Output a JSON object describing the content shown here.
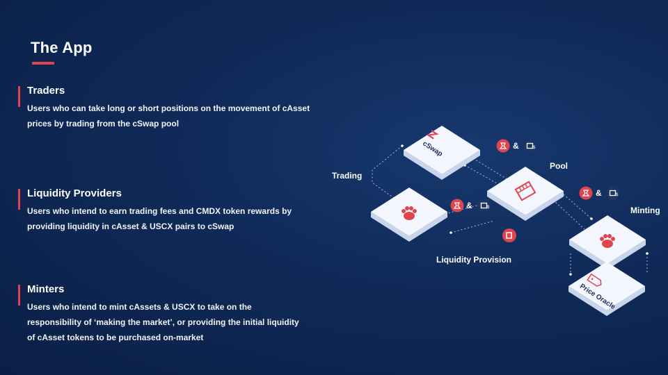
{
  "page": {
    "title": "The App"
  },
  "sections": [
    {
      "heading": "Traders",
      "description": "Users who can take long or short positions on the movement of cAsset prices by trading from the cSwap pool"
    },
    {
      "heading": "Liquidity Providers",
      "description": "Users who intend to earn trading fees and CMDX token rewards by providing liquidity in cAsset & USCX pairs to cSwap"
    },
    {
      "heading": "Minters",
      "description": "Users who intend to mint cAssets & USCX to take on the responsibility of ‘making the market’, or providing the initial liquidity of cAsset tokens to be purchased on-market"
    }
  ],
  "diagram": {
    "labels": {
      "trading": "Trading",
      "pool": "Pool",
      "minting": "Minting",
      "liquidity_provision": "Liquidity Provision"
    },
    "platforms": {
      "cswap": "cSwap",
      "price_oracle": "Price Oracle"
    },
    "token_pair_separator": "&",
    "colors": {
      "accent": "#e0444f",
      "platform_top": "#f3f6fc",
      "platform_side": "#c9d5ea",
      "background": "#0f2a58"
    },
    "icons": [
      "cswap-logo-icon",
      "paw-icon",
      "shop-icon",
      "casset-token-icon",
      "uscx-token-icon",
      "cmdx-token-icon",
      "price-tag-icon"
    ]
  }
}
